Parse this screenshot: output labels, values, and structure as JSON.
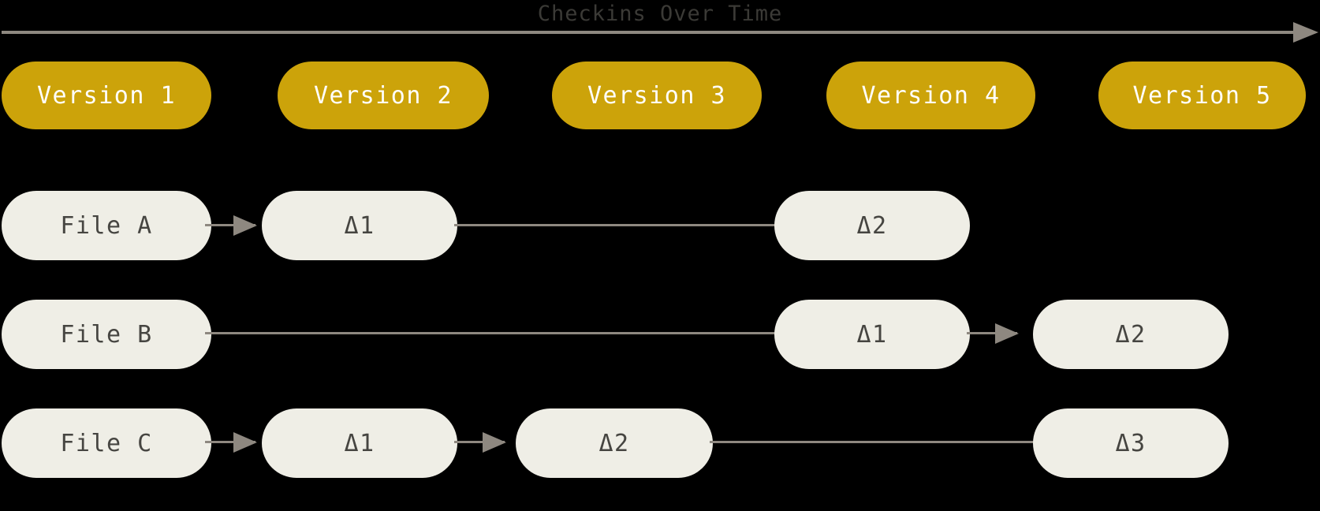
{
  "diagram": {
    "title": "Checkins Over Time",
    "background_color": "#000000",
    "title_color": "#3b3a36",
    "axis_color": "#8e8880",
    "version_pill_color": "#cca30a",
    "version_text_color": "#ffffff",
    "node_pill_color": "#efeee6",
    "node_text_color": "#464541"
  },
  "timeline": {
    "axis_name": "checkins-over-time-axis",
    "direction": "left-to-right"
  },
  "versions": [
    {
      "label": "Version 1"
    },
    {
      "label": "Version 2"
    },
    {
      "label": "Version 3"
    },
    {
      "label": "Version 4"
    },
    {
      "label": "Version 5"
    }
  ],
  "rows": [
    {
      "file_label": "File A",
      "nodes": [
        {
          "label": "Δ1",
          "column": 2
        },
        {
          "label": "Δ2",
          "column": 4
        }
      ]
    },
    {
      "file_label": "File B",
      "nodes": [
        {
          "label": "Δ1",
          "column": 4
        },
        {
          "label": "Δ2",
          "column": 5
        }
      ]
    },
    {
      "file_label": "File C",
      "nodes": [
        {
          "label": "Δ1",
          "column": 2
        },
        {
          "label": "Δ2",
          "column": 3
        },
        {
          "label": "Δ3",
          "column": 5
        }
      ]
    }
  ]
}
